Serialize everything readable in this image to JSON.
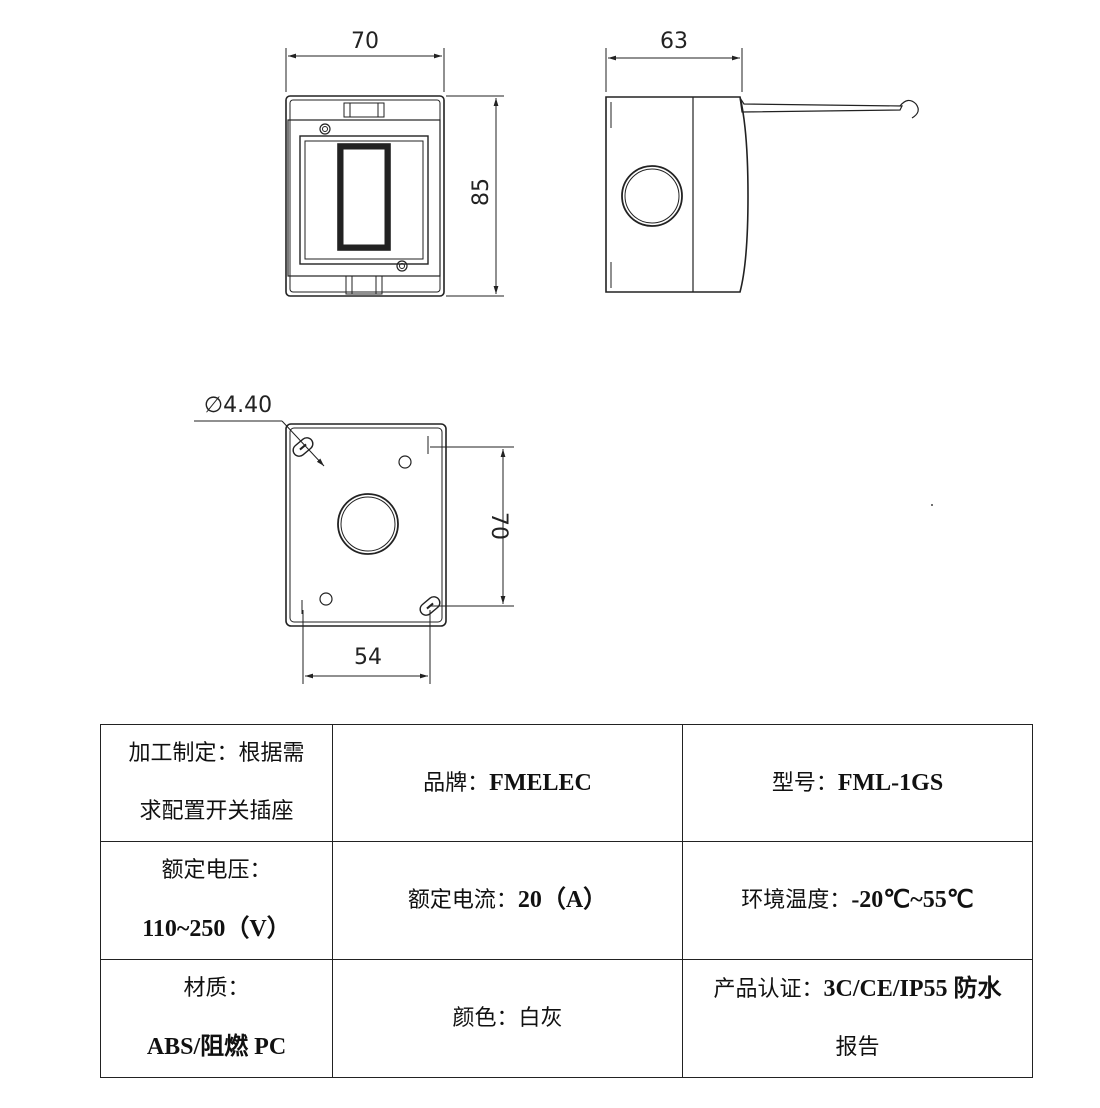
{
  "dimensions": {
    "front_width": "70",
    "front_height": "85",
    "side_depth": "63",
    "hole_diameter": "∅4.40",
    "back_height": "70",
    "back_width": "54"
  },
  "specs": {
    "rows": [
      [
        {
          "label": "加工制定：根据需",
          "value": "",
          "line2": "求配置开关插座"
        },
        {
          "label": "品牌：",
          "value": "FMELEC",
          "line2": ""
        },
        {
          "label": "型号：",
          "value": "FML-1GS",
          "line2": ""
        }
      ],
      [
        {
          "label": "额定电压：",
          "value": "",
          "line2": "110~250（V）"
        },
        {
          "label": "额定电流：",
          "value": "20（A）",
          "line2": ""
        },
        {
          "label": "环境温度：",
          "value": "-20℃~55℃",
          "line2": ""
        }
      ],
      [
        {
          "label": "材质：",
          "value": "",
          "line2": "ABS/阻燃 PC"
        },
        {
          "label": "颜色：白灰",
          "value": "",
          "line2": ""
        },
        {
          "label": "产品认证：",
          "value": "3C/CE/IP55 防水",
          "line2": "报告"
        }
      ]
    ]
  }
}
